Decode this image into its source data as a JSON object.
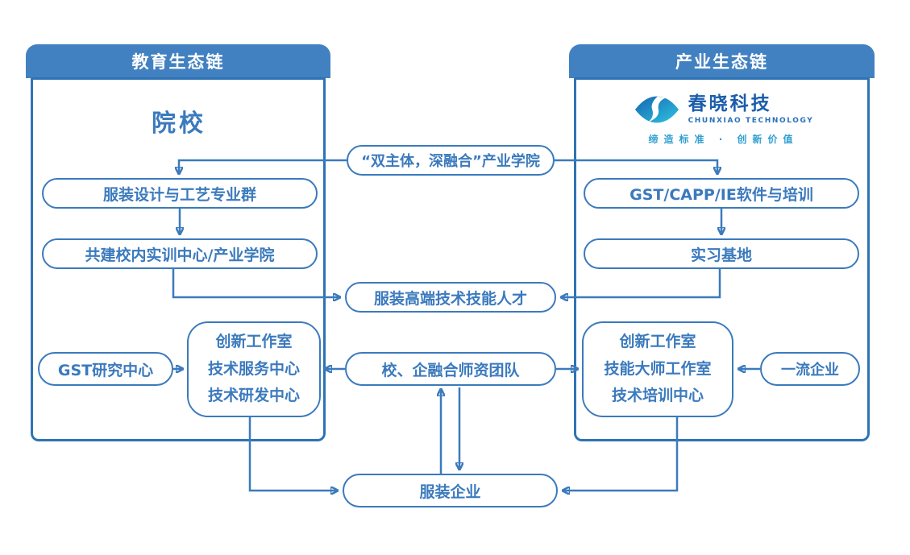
{
  "colors": {
    "primary": "#3b7abd",
    "header_bg": "#4281c1",
    "panel_border": "#2e73b4",
    "logo_name": "#1a5dab",
    "logo_gradient_start": "#1565b0",
    "logo_gradient_end": "#2ec4e0",
    "slogan": "#2f9fd0"
  },
  "left_panel": {
    "header": "教育生态链",
    "title": "院校",
    "pills": {
      "major_group": "服装设计与工艺专业群",
      "training_center": "共建校内实训中心/产业学院",
      "gst_research": "GST研究中心"
    },
    "box_lines": [
      "创新工作室",
      "技术服务中心",
      "技术研发中心"
    ]
  },
  "right_panel": {
    "header": "产业生态链",
    "logo": {
      "name": "春晓科技",
      "subtitle": "CHUNXIAO TECHNOLOGY",
      "slogan": "缔造标准 · 创新价值"
    },
    "pills": {
      "software": "GST/CAPP/IE软件与培训",
      "internship": "实习基地",
      "enterprise": "一流企业"
    },
    "box_lines": [
      "创新工作室",
      "技能大师工作室",
      "技术培训中心"
    ]
  },
  "middle": {
    "industry_college": "“双主体，深融合”产业学院",
    "talent": "服装高端技术技能人才",
    "faculty_team": "校、企融合师资团队",
    "garment_enterprise": "服装企业"
  }
}
